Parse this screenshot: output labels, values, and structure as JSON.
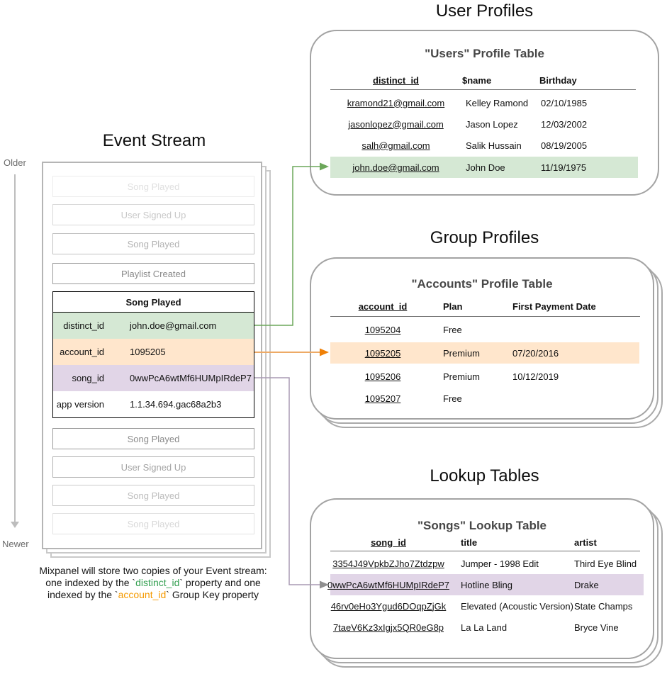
{
  "event_stream": {
    "title": "Event Stream",
    "older_label": "Older",
    "newer_label": "Newer",
    "events_above": [
      "Song Played",
      "User Signed Up",
      "Song Played",
      "Playlist Created"
    ],
    "expanded_event": {
      "title": "Song Played",
      "properties": [
        {
          "key": "distinct_id",
          "value": "john.doe@gmail.com"
        },
        {
          "key": "account_id",
          "value": "1095205"
        },
        {
          "key": "song_id",
          "value": "0wwPcA6wtMf6HUMpIRdeP7"
        },
        {
          "key": "app version",
          "value": "1.1.34.694.gac68a2b3"
        }
      ]
    },
    "events_below": [
      "Song Played",
      "User Signed Up",
      "Song Played",
      "Song Played"
    ]
  },
  "user_profiles": {
    "section_title": "User Profiles",
    "table_title": "\"Users\" Profile Table",
    "columns": [
      "distinct_id",
      "$name",
      "Birthday"
    ],
    "rows": [
      [
        "kramond21@gmail.com",
        "Kelley Ramond",
        "02/10/1985"
      ],
      [
        "jasonlopez@gmail.com",
        "Jason Lopez",
        "12/03/2002"
      ],
      [
        "salh@gmail.com",
        "Salik Hussain",
        "08/19/2005"
      ],
      [
        "john.doe@gmail.com",
        "John Doe",
        "11/19/1975"
      ]
    ],
    "highlighted_row_index": 3
  },
  "group_profiles": {
    "section_title": "Group Profiles",
    "table_title": "\"Accounts\" Profile Table",
    "columns": [
      "account_id",
      "Plan",
      "First Payment Date"
    ],
    "rows": [
      [
        "1095204",
        "Free",
        ""
      ],
      [
        "1095205",
        "Premium",
        "07/20/2016"
      ],
      [
        "1095206",
        "Premium",
        "10/12/2019"
      ],
      [
        "1095207",
        "Free",
        ""
      ]
    ],
    "highlighted_row_index": 1
  },
  "lookup_tables": {
    "section_title": "Lookup Tables",
    "table_title": "\"Songs\" Lookup Table",
    "columns": [
      "song_id",
      "title",
      "artist"
    ],
    "rows": [
      [
        "3354J49VpkbZJho7Ztdzpw",
        "Jumper - 1998 Edit",
        "Third Eye Blind"
      ],
      [
        "0wwPcA6wtMf6HUMpIRdeP7",
        "Hotline Bling",
        "Drake"
      ],
      [
        "46rv0eHo3Ygud6DOqpZjGk",
        "Elevated (Acoustic Version)",
        "State Champs"
      ],
      [
        "7taeV6Kz3xIgjx5QR0eG8p",
        "La La Land",
        "Bryce Vine"
      ]
    ],
    "highlighted_row_index": 1
  },
  "caption": {
    "line1": "Mixpanel will store two copies of your Event stream:",
    "line2_pre": "one indexed by the `",
    "line2_code": "distinct_id",
    "line2_post": "` property and one",
    "line3_pre": "indexed by the `",
    "line3_code": "account_id",
    "line3_post": "` Group Key property"
  },
  "colors": {
    "green_fill": "#d5e8d4",
    "orange_fill": "#ffe6cc",
    "purple_fill": "#e1d5e7",
    "green_arrow": "#6ca75a",
    "orange_arrow_line": "#edaa66",
    "orange_arrow_head": "#ef8007",
    "purple_arrow_line": "#a89ab3",
    "gray_arrow_head": "#8f8f8f"
  }
}
